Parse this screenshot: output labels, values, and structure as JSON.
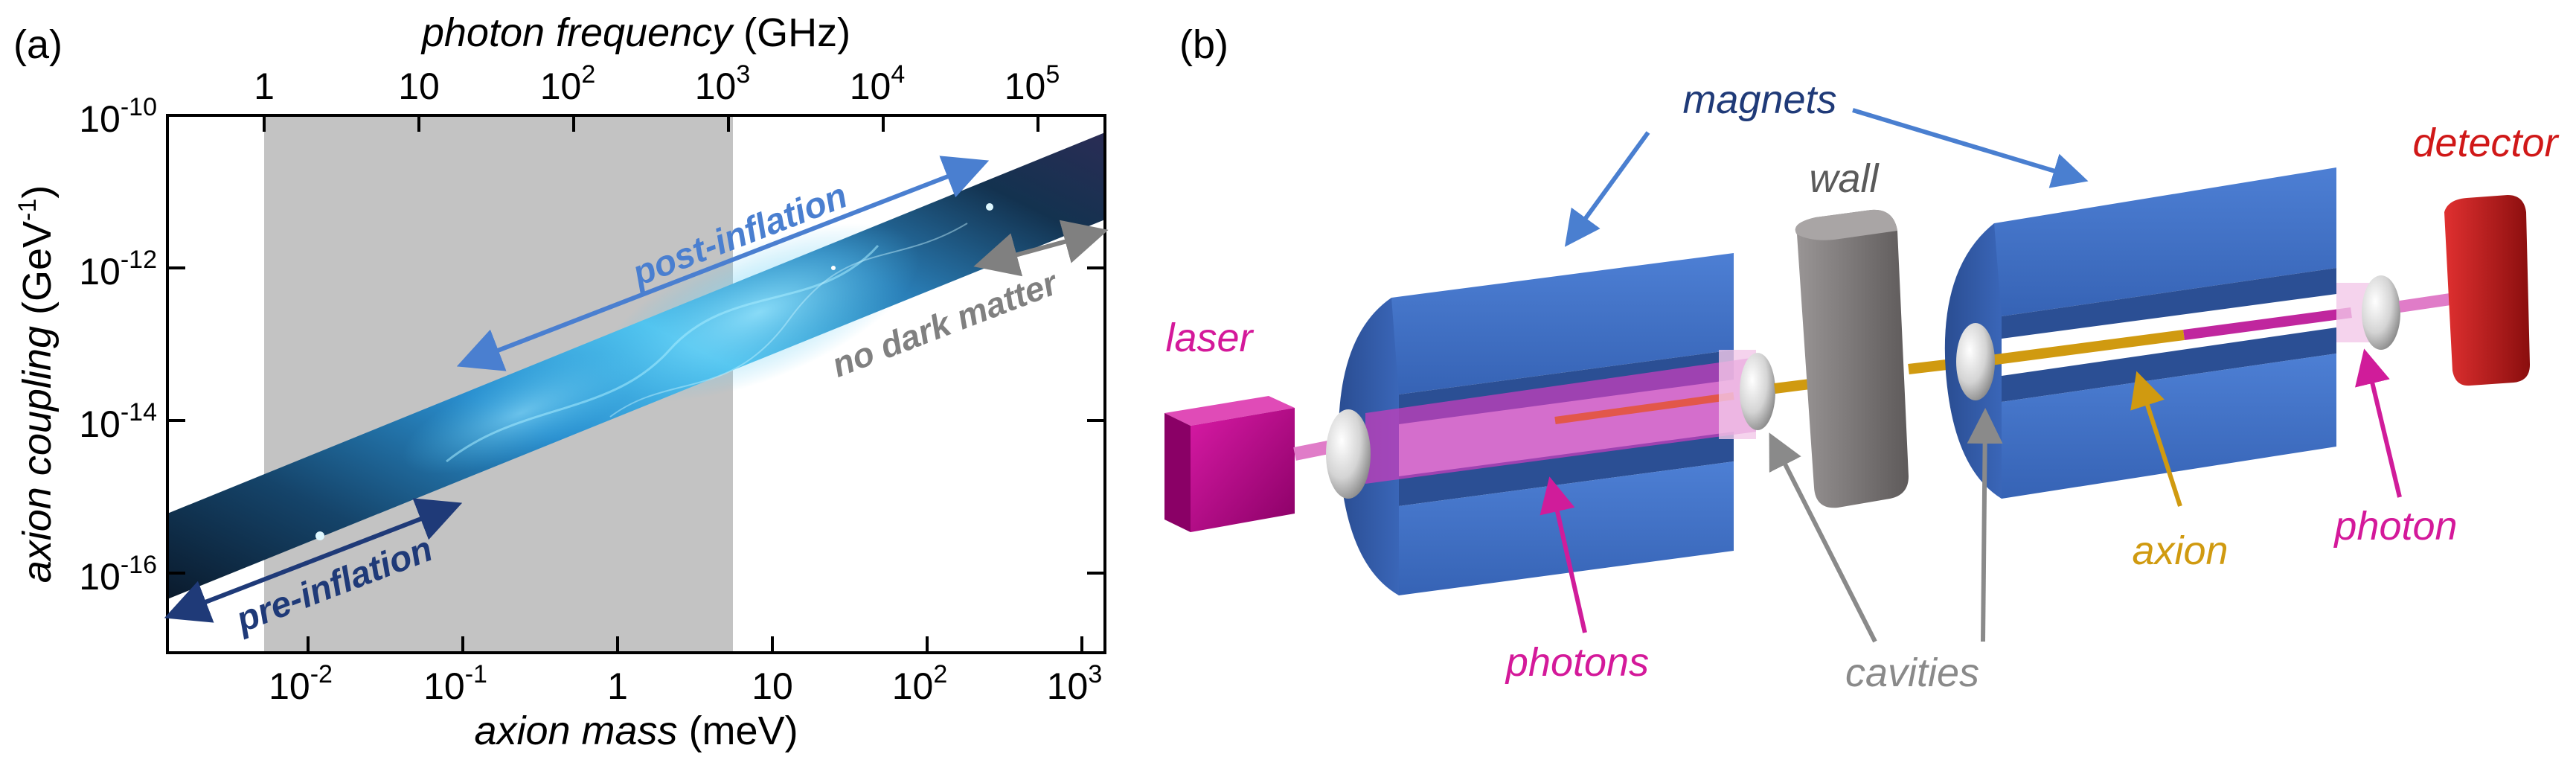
{
  "panel_a": {
    "label": "(a)",
    "top_axis": {
      "label_italic": "photon frequency",
      "label_unit": " (GHz)",
      "ticks": [
        {
          "base": "1",
          "exp": "",
          "log_value": 0
        },
        {
          "base": "10",
          "exp": "",
          "log_value": 1
        },
        {
          "base": "10",
          "exp": "2",
          "log_value": 2
        },
        {
          "base": "10",
          "exp": "3",
          "log_value": 3
        },
        {
          "base": "10",
          "exp": "4",
          "log_value": 4
        },
        {
          "base": "10",
          "exp": "5",
          "log_value": 5
        }
      ]
    },
    "bottom_axis": {
      "label_italic": "axion mass",
      "label_unit": " (meV)",
      "ticks": [
        {
          "base": "10",
          "exp": "-2",
          "log_value": -2
        },
        {
          "base": "10",
          "exp": "-1",
          "log_value": -1
        },
        {
          "base": "1",
          "exp": "",
          "log_value": 0
        },
        {
          "base": "10",
          "exp": "",
          "log_value": 1
        },
        {
          "base": "10",
          "exp": "2",
          "log_value": 2
        },
        {
          "base": "10",
          "exp": "3",
          "log_value": 3
        }
      ]
    },
    "left_axis": {
      "label_italic": "axion coupling",
      "label_unit": " (GeV",
      "label_unit_exp": "-1",
      "label_close": ")",
      "ticks": [
        {
          "base": "10",
          "exp": "-10",
          "log_value": -10
        },
        {
          "base": "10",
          "exp": "-12",
          "log_value": -12
        },
        {
          "base": "10",
          "exp": "-14",
          "log_value": -14
        },
        {
          "base": "10",
          "exp": "-16",
          "log_value": -16
        }
      ]
    },
    "annotations": {
      "post_inflation": "post-inflation",
      "pre_inflation": "pre-inflation",
      "no_dark_matter": "no dark matter"
    }
  },
  "panel_b": {
    "label": "(b)",
    "labels": {
      "magnets": "magnets",
      "wall": "wall",
      "detector": "detector",
      "laser": "laser",
      "photons": "photons",
      "cavities": "cavities",
      "axion": "axion",
      "photon": "photon"
    }
  },
  "colors": {
    "post_arrow": "#4a7fd0",
    "pre_arrow": "#1f3a78",
    "nodm_arrow": "#808080",
    "magnet_blue": "#3f6fc4",
    "magnet_dark": "#2b4f94",
    "wall_gray": "#7a7575",
    "detector_red": "#c81818",
    "laser_magenta": "#c0008c",
    "photon_magenta": "#d01c9a",
    "axion_gold": "#d09a10",
    "label_magenta": "#d4199a",
    "label_navy": "#1f3a78",
    "label_red": "#d01818",
    "label_gray": "#5a5a5a",
    "shaded_region": "#c3c3c3"
  }
}
